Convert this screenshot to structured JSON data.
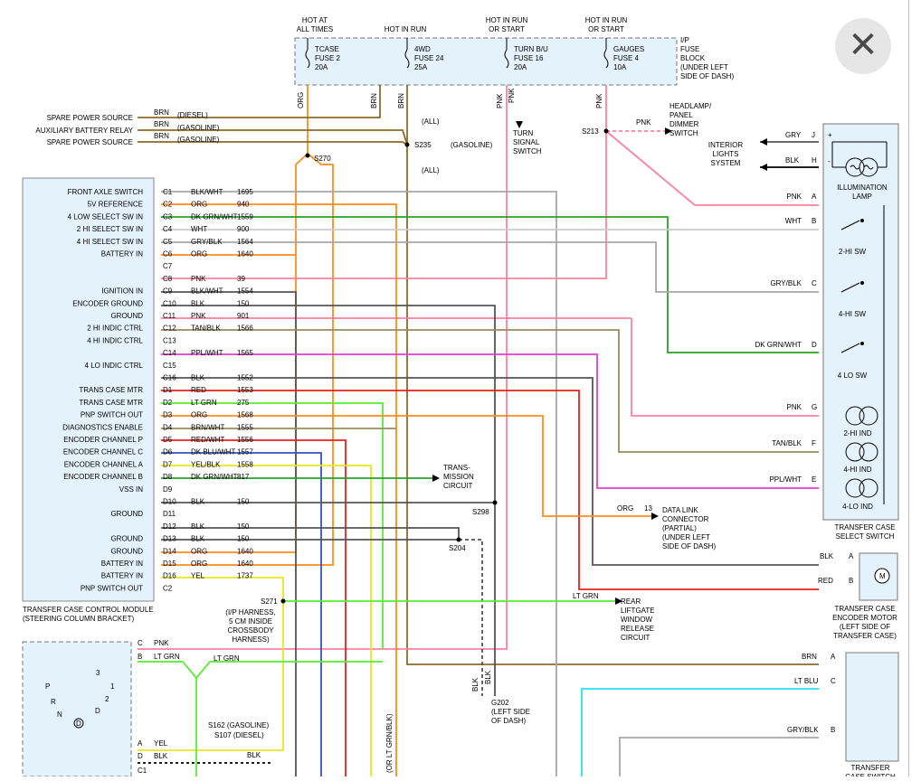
{
  "overlay": {
    "close_glyph": "✕"
  },
  "colors": {
    "box_fill": "#e4f2fb",
    "orange": "#ff8c1a",
    "pink": "#ff80a0",
    "brown": "#8b6b2a",
    "green": "#2aa02a",
    "bright_green": "#55ee33",
    "gray": "#a7a7a7",
    "dark_gray": "#555555",
    "red": "#e8201c",
    "blue": "#3355bb",
    "yellow": "#e8e820",
    "magenta": "#e040d0",
    "tan": "#9a8c60",
    "cyan": "#25e0ff"
  },
  "fuse_block": {
    "headers": [
      "HOT AT\nALL TIMES",
      "HOT IN RUN",
      "HOT IN RUN\nOR START",
      "HOT IN RUN\nOR START"
    ],
    "fuses": [
      {
        "name": "TCASE",
        "num": "FUSE 2",
        "amp": "20A"
      },
      {
        "name": "4WD",
        "num": "FUSE 24",
        "amp": "25A"
      },
      {
        "name": "TURN B/U",
        "num": "FUSE 16",
        "amp": "20A"
      },
      {
        "name": "GAUGES",
        "num": "FUSE 4",
        "amp": "10A"
      }
    ],
    "label": "I/P\nFUSE\nBLOCK\n(UNDER LEFT\nSIDE OF DASH)"
  },
  "top_wires": {
    "org": "ORG",
    "brn1": "BRN",
    "brn2": "BRN",
    "pnk1": "PNK",
    "pnk2": "PNK",
    "pnk3": "PNK"
  },
  "left_outputs": [
    {
      "label": "SPARE POWER SOURCE",
      "wire": "BRN",
      "note": "(DIESEL)"
    },
    {
      "label": "AUXILIARY BATTERY RELAY",
      "wire": "BRN",
      "note": "(GASOLINE)"
    },
    {
      "label": "SPARE POWER SOURCE",
      "wire": "BRN",
      "note": "(GASOLINE)"
    }
  ],
  "splices": {
    "all1": "(ALL)",
    "s235": "S235",
    "s235_note": "(GASOLINE)",
    "all2": "(ALL)",
    "s270": "S270",
    "s213": "S213",
    "s298": "S298",
    "s204": "S204",
    "s271": "S271",
    "s271_note": "(I/P HARNESS,\n5 CM INSIDE\nCROSSBODY\nHARNESS)",
    "g202": "G202",
    "g202_note": "(LEFT SIDE\nOF DASH)",
    "s162": "S162 (GASOLINE)",
    "s107": "S107 (DIESEL)"
  },
  "turn_signal": "TURN\nSIGNAL\nSWITCH",
  "headlamp": "HEADLAMP/\nPANEL\nDIMMER\nSWITCH",
  "module": {
    "title": "TRANSFER CASE CONTROL MODULE\n(STEERING COLUMN BRACKET)",
    "pins": [
      {
        "fn": "FRONT AXLE SWITCH",
        "pin": "C1",
        "wire": "BLK/WHT",
        "circ": "1695"
      },
      {
        "fn": "5V REFERENCE",
        "pin": "C2",
        "wire": "ORG",
        "circ": "940"
      },
      {
        "fn": "4 LOW SELECT SW IN",
        "pin": "C3",
        "wire": "DK GRN/WHT",
        "circ": "1559"
      },
      {
        "fn": "2 HI SELECT SW IN",
        "pin": "C4",
        "wire": "WHT",
        "circ": "900"
      },
      {
        "fn": "4 HI SELECT SW IN",
        "pin": "C5",
        "wire": "GRY/BLK",
        "circ": "1564"
      },
      {
        "fn": "BATTERY IN",
        "pin": "C6",
        "wire": "ORG",
        "circ": "1640"
      },
      {
        "fn": "",
        "pin": "C7",
        "wire": "",
        "circ": ""
      },
      {
        "fn": "",
        "pin": "C8",
        "wire": "PNK",
        "circ": "39"
      },
      {
        "fn": "IGNITION IN",
        "pin": "C9",
        "wire": "BLK/WHT",
        "circ": "1554"
      },
      {
        "fn": "ENCODER GROUND",
        "pin": "C10",
        "wire": "BLK",
        "circ": "150"
      },
      {
        "fn": "GROUND",
        "pin": "C11",
        "wire": "PNK",
        "circ": "901"
      },
      {
        "fn": "2 HI INDIC CTRL",
        "pin": "C12",
        "wire": "TAN/BLK",
        "circ": "1566"
      },
      {
        "fn": "4 HI INDIC CTRL",
        "pin": "C13",
        "wire": "",
        "circ": ""
      },
      {
        "fn": "",
        "pin": "C14",
        "wire": "PPL/WHT",
        "circ": "1565"
      },
      {
        "fn": "4 LO INDIC CTRL",
        "pin": "C15",
        "wire": "",
        "circ": ""
      },
      {
        "fn": "",
        "pin": "C16",
        "wire": "BLK",
        "circ": "1552"
      },
      {
        "fn": "TRANS CASE MTR",
        "pin": "D1",
        "wire": "RED",
        "circ": "1553"
      },
      {
        "fn": "TRANS CASE MTR",
        "pin": "D2",
        "wire": "LT GRN",
        "circ": "275"
      },
      {
        "fn": "PNP SWITCH OUT",
        "pin": "D3",
        "wire": "ORG",
        "circ": "1568"
      },
      {
        "fn": "DIAGNOSTICS ENABLE",
        "pin": "D4",
        "wire": "BRN/WHT",
        "circ": "1555"
      },
      {
        "fn": "ENCODER CHANNEL P",
        "pin": "D5",
        "wire": "RED/WHT",
        "circ": "1556"
      },
      {
        "fn": "ENCODER CHANNEL C",
        "pin": "D6",
        "wire": "DK BLU/WHT",
        "circ": "1557"
      },
      {
        "fn": "ENCODER CHANNEL A",
        "pin": "D7",
        "wire": "YEL/BLK",
        "circ": "1558"
      },
      {
        "fn": "ENCODER CHANNEL B",
        "pin": "D8",
        "wire": "DK GRN/WHT",
        "circ": "817"
      },
      {
        "fn": "VSS IN",
        "pin": "D9",
        "wire": "",
        "circ": ""
      },
      {
        "fn": "",
        "pin": "D10",
        "wire": "BLK",
        "circ": "150"
      },
      {
        "fn": "GROUND",
        "pin": "D11",
        "wire": "",
        "circ": ""
      },
      {
        "fn": "",
        "pin": "D12",
        "wire": "BLK",
        "circ": "150"
      },
      {
        "fn": "GROUND",
        "pin": "D13",
        "wire": "BLK",
        "circ": "150"
      },
      {
        "fn": "GROUND",
        "pin": "D14",
        "wire": "ORG",
        "circ": "1640"
      },
      {
        "fn": "BATTERY IN",
        "pin": "D15",
        "wire": "ORG",
        "circ": "1640"
      },
      {
        "fn": "BATTERY IN",
        "pin": "D16",
        "wire": "YEL",
        "circ": "1737"
      },
      {
        "fn": "PNP SWITCH OUT",
        "pin": "C2",
        "wire": "",
        "circ": ""
      }
    ]
  },
  "trans_circuit": "TRANS-\nMISSION\nCIRCUIT",
  "dlc": {
    "wire": "ORG",
    "pin": "13",
    "label": "DATA LINK\nCONNECTOR\n(PARTIAL)\n(UNDER LEFT\nSIDE OF DASH)"
  },
  "rear_window": {
    "wire": "LT GRN",
    "label": "REAR\nLIFTGATE\nWINDOW\nRELEASE\nCIRCUIT"
  },
  "interior_lights": {
    "label": "INTERIOR\nLIGHTS\nSYSTEM",
    "gry": "GRY",
    "blk": "BLK",
    "j": "J",
    "h": "H",
    "plus": "+",
    "minus": "-"
  },
  "select_switch": {
    "title": "TRANSFER CASE\nSELECT SWITCH",
    "illum": "ILLUMINATION\nLAMP",
    "rows": [
      {
        "wire": "PNK",
        "pin": "A"
      },
      {
        "wire": "WHT",
        "pin": "B"
      },
      {
        "wire": "GRY/BLK",
        "pin": "C"
      },
      {
        "wire": "DK GRN/WHT",
        "pin": "D"
      },
      {
        "wire": "PNK",
        "pin": "G"
      },
      {
        "wire": "TAN/BLK",
        "pin": "F"
      },
      {
        "wire": "PPL/WHT",
        "pin": "E"
      }
    ],
    "sw_labels": [
      "2-HI SW",
      "4-HI SW",
      "4 LO SW"
    ],
    "ind_labels": [
      "2-HI IND",
      "4-HI IND",
      "4-LO IND"
    ]
  },
  "encoder_motor": {
    "title": "TRANSFER CASE\nENCODER MOTOR\n(LEFT SIDE OF\nTRANSFER CASE)",
    "blk": "BLK",
    "red": "RED",
    "a": "A",
    "b": "B",
    "m": "M"
  },
  "tc_switch": {
    "title": "TRANSFER\nCASE SWITCH",
    "brn": "BRN",
    "ltblu": "LT BLU",
    "gryblk": "GRY/BLK",
    "a": "A",
    "c": "C",
    "b": "B"
  },
  "pnp": {
    "pins": [
      {
        "pin": "C",
        "wire": "PNK"
      },
      {
        "pin": "B",
        "wire": "LT GRN"
      },
      {
        "pin": "A",
        "wire": "YEL"
      },
      {
        "pin": "D",
        "wire": "BLK"
      }
    ],
    "ltgrn2": "LT GRN",
    "c1": "C1",
    "blk2": "BLK",
    "gear": [
      "P",
      "R",
      "N",
      "D",
      "1",
      "2",
      "3",
      "D"
    ]
  },
  "bottom_note": "(OR LT GRN/BLK)",
  "blk_vert": [
    "BLK",
    "BLK"
  ]
}
